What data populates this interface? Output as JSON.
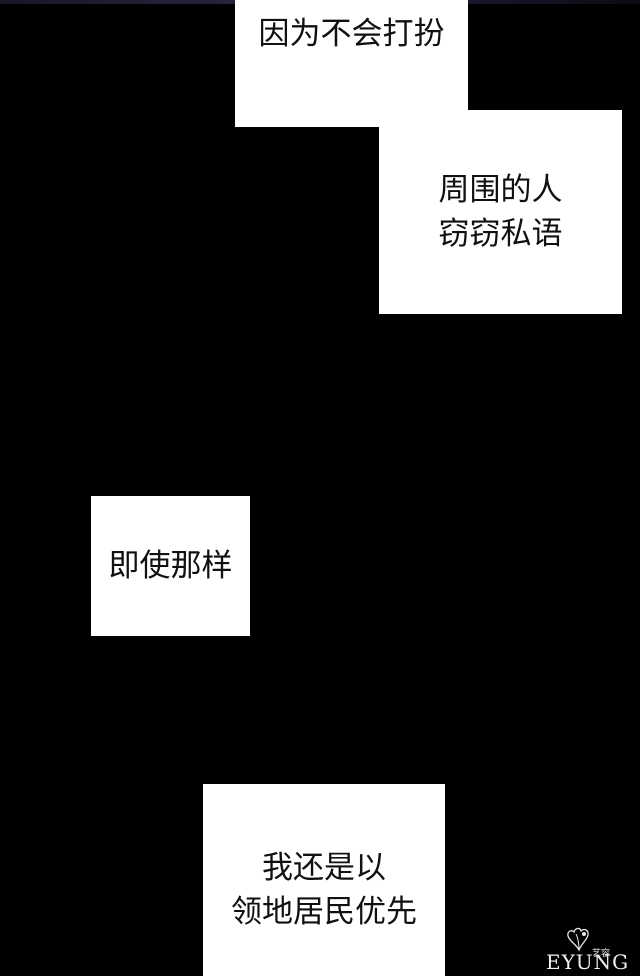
{
  "captions": [
    {
      "text": "因为不会打扮"
    },
    {
      "text": "周围的人\n窃窃私语"
    },
    {
      "text": "即使那样"
    },
    {
      "text": "我还是以\n领地居民优先"
    }
  ],
  "watermark": {
    "logo_text": "艺容",
    "brand": "EYUNG"
  },
  "colors": {
    "background": "#000000",
    "caption_box": "#ffffff",
    "caption_text": "#111111"
  }
}
